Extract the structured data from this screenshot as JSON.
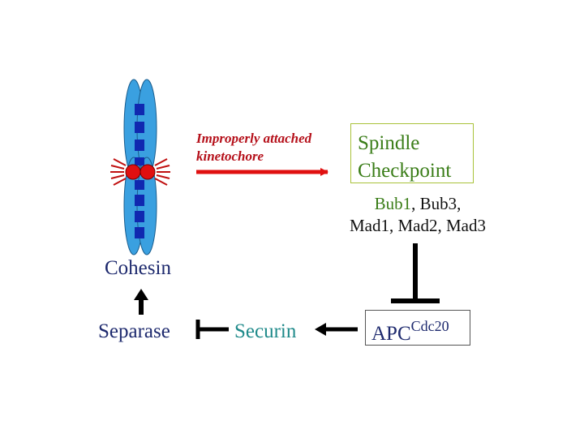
{
  "labels": {
    "improper_line1": "Improperly attached",
    "improper_line2": "kinetochore",
    "checkpoint_line1": "Spindle",
    "checkpoint_line2": "Checkpoint",
    "bub_part1": "Bub1",
    "bub_part2": ", Bub3,",
    "mad_line": "Mad1, Mad2, Mad3",
    "cohesin": "Cohesin",
    "separase": "Separase",
    "securin": "Securin",
    "apc": "APC",
    "apc_sup": "Cdc20"
  },
  "colors": {
    "chromosome": "#3aa0e0",
    "centromere": "#e01010",
    "blocks": "#1028b0",
    "red_arrow": "#e01010",
    "checkpoint_text": "#3a7d18",
    "names": "#1e2a6e",
    "securin": "#1f8a8a",
    "inhibit": "#000000"
  }
}
